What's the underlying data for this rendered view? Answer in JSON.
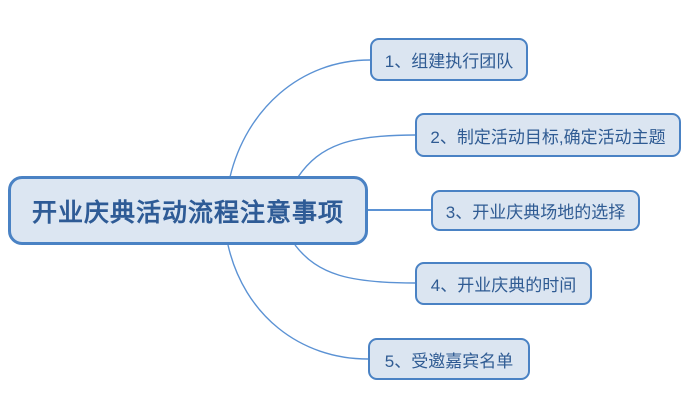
{
  "diagram": {
    "type": "mind-map",
    "background_color": "#ffffff",
    "central": {
      "label": "开业庆典活动流程注意事项",
      "fill_color": "#dce6f2",
      "border_color": "#4a82c4",
      "text_color": "#2e5b96"
    },
    "branch_style": {
      "fill_color": "#dbe5f1",
      "border_color": "#4a82c4",
      "text_color": "#2f5b93",
      "connector_color": "#5b92d4"
    },
    "branches": [
      {
        "index": "1",
        "label": "1、组建执行团队"
      },
      {
        "index": "2",
        "label": "2、制定活动目标,确定活动主题"
      },
      {
        "index": "3",
        "label": "3、开业庆典场地的选择"
      },
      {
        "index": "4",
        "label": "4、开业庆典的时间"
      },
      {
        "index": "5",
        "label": "5、受邀嘉宾名单"
      }
    ]
  }
}
